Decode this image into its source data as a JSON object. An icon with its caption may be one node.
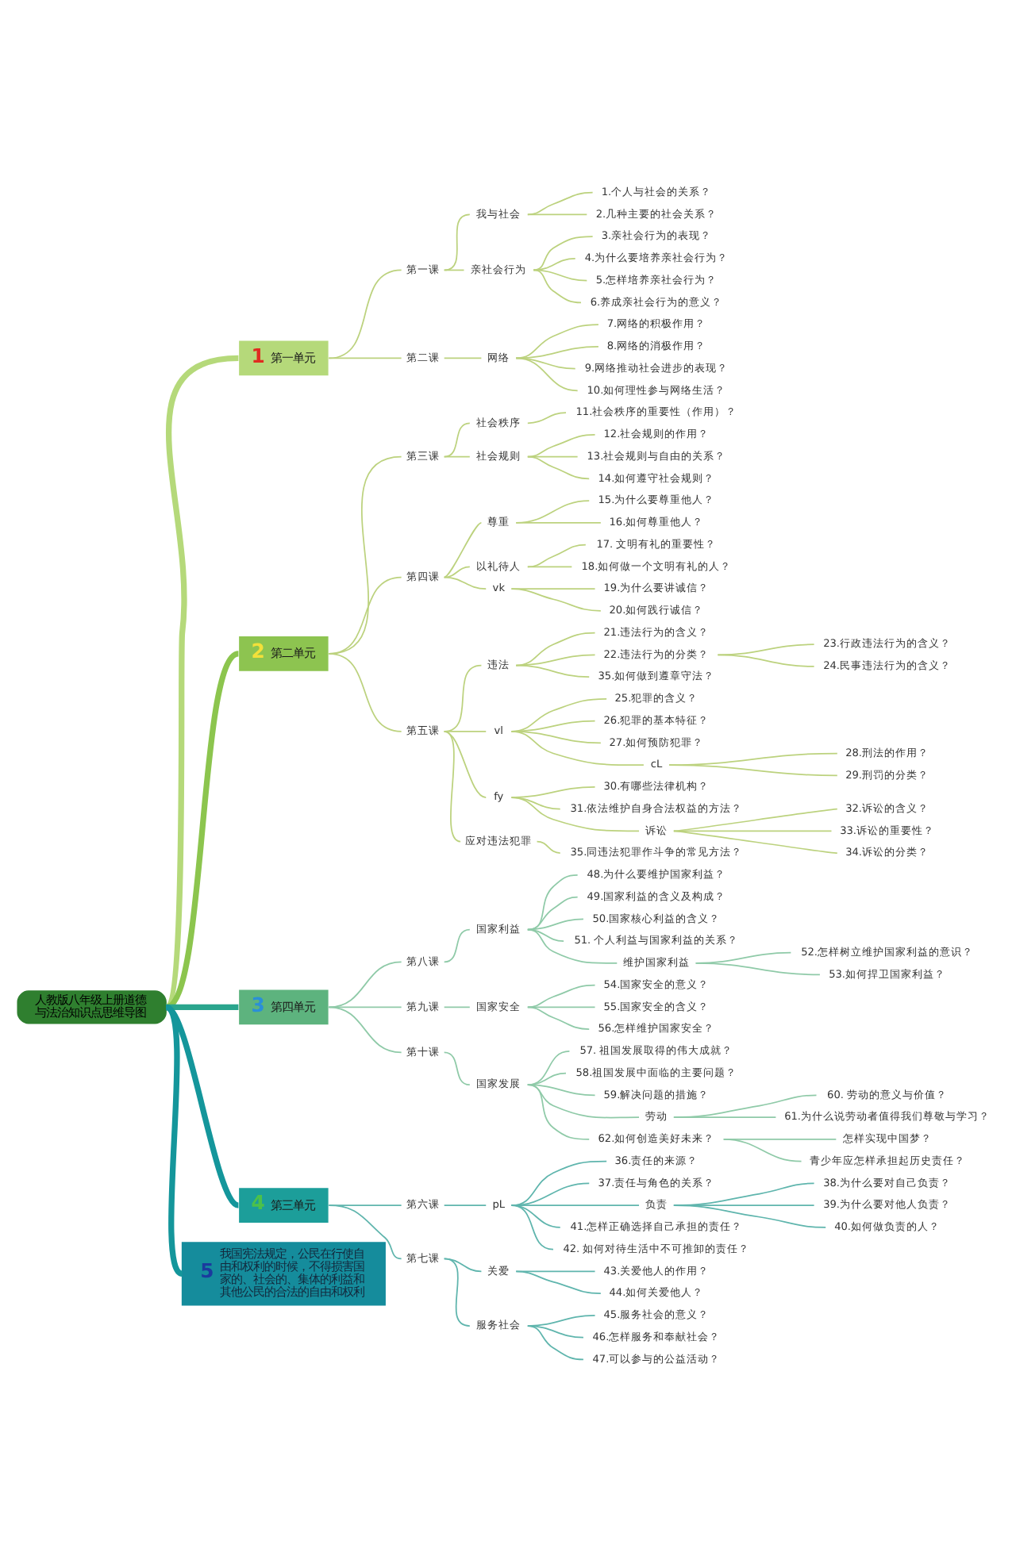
{
  "diagram": {
    "nodes": [
      {
        "text": [
          "人教版八年级上册道德与法治知识点思维导图"
        ]
      },
      {
        "text": [
          "1",
          "第一单元"
        ]
      },
      {
        "text": [
          "第一课"
        ]
      },
      {
        "text": [
          "我与社会"
        ]
      },
      {
        "text": [
          "1.个人与社会的关系？"
        ]
      },
      {
        "text": [
          "2.几种主要的社会关系？"
        ]
      },
      {
        "text": [
          "亲社会行为"
        ]
      },
      {
        "text": [
          "3.亲社会行为的表现？"
        ]
      },
      {
        "text": [
          "4.为什么要培养亲社会行为？"
        ]
      },
      {
        "text": [
          "5.怎样培养亲社会行为？"
        ]
      },
      {
        "text": [
          "6.养成亲社会行为的意义？"
        ]
      },
      {
        "text": [
          "第二课"
        ]
      },
      {
        "text": [
          "网络"
        ]
      },
      {
        "text": [
          "7.网络的积极作用？"
        ]
      },
      {
        "text": [
          "8.网络的消极作用？"
        ]
      },
      {
        "text": [
          "9.网络推动社会进步的表现？"
        ]
      },
      {
        "text": [
          "10.如何理性参与网络生活？"
        ]
      },
      {
        "text": [
          "2",
          "第二单元"
        ]
      },
      {
        "text": [
          "第三课"
        ]
      },
      {
        "text": [
          "社会秩序"
        ]
      },
      {
        "text": [
          "11.社会秩序的重要性（作用）？"
        ]
      },
      {
        "text": [
          "社会规则"
        ]
      },
      {
        "text": [
          "12.社会规则的作用？"
        ]
      },
      {
        "text": [
          "13.社会规则与自由的关系？"
        ]
      },
      {
        "text": [
          "14.如何遵守社会规则？"
        ]
      },
      {
        "text": [
          "第四课"
        ]
      },
      {
        "text": [
          "尊重"
        ]
      },
      {
        "text": [
          "15.为什么要尊重他人？"
        ]
      },
      {
        "text": [
          "16.如何尊重他人？"
        ]
      },
      {
        "text": [
          "以礼待人"
        ]
      },
      {
        "text": [
          "17. 文明有礼的重要性？"
        ]
      },
      {
        "text": [
          "18.如何做一个文明有礼的人？"
        ]
      },
      {
        "text": [
          "vk"
        ]
      },
      {
        "text": [
          "19.为什么要讲诚信？"
        ]
      },
      {
        "text": [
          "20.如何践行诚信？"
        ]
      },
      {
        "text": [
          "第五课"
        ]
      },
      {
        "text": [
          "违法"
        ]
      },
      {
        "text": [
          "21.违法行为的含义？"
        ]
      },
      {
        "text": [
          "22.违法行为的分类？"
        ]
      },
      {
        "text": [
          "23.行政违法行为的含义？"
        ]
      },
      {
        "text": [
          "24.民事违法行为的含义？"
        ]
      },
      {
        "text": [
          "35.如何做到遵章守法？"
        ]
      },
      {
        "text": [
          "vl"
        ]
      },
      {
        "text": [
          "25.犯罪的含义？"
        ]
      },
      {
        "text": [
          "26.犯罪的基本特征？"
        ]
      },
      {
        "text": [
          "27.如何预防犯罪？"
        ]
      },
      {
        "text": [
          "cL"
        ]
      },
      {
        "text": [
          "28.刑法的作用？"
        ]
      },
      {
        "text": [
          "29.刑罚的分类？"
        ]
      },
      {
        "text": [
          "fy"
        ]
      },
      {
        "text": [
          "30.有哪些法律机构？"
        ]
      },
      {
        "text": [
          "31.依法维护自身合法权益的方法？"
        ]
      },
      {
        "text": [
          "诉讼"
        ]
      },
      {
        "text": [
          "32.诉讼的含义？"
        ]
      },
      {
        "text": [
          "33.诉讼的重要性？"
        ]
      },
      {
        "text": [
          "34.诉讼的分类？"
        ]
      },
      {
        "text": [
          "应对违法犯罪"
        ]
      },
      {
        "text": [
          "35.同违法犯罪作斗争的常见方法？"
        ]
      },
      {
        "text": [
          "3",
          "第四单元"
        ]
      },
      {
        "text": [
          "第八课"
        ]
      },
      {
        "text": [
          "国家利益"
        ]
      },
      {
        "text": [
          "48.为什么要维护国家利益？"
        ]
      },
      {
        "text": [
          "49.国家利益的含义及构成？"
        ]
      },
      {
        "text": [
          "50.国家核心利益的含义？"
        ]
      },
      {
        "text": [
          "51. 个人利益与国家利益的关系？"
        ]
      },
      {
        "text": [
          "维护国家利益"
        ]
      },
      {
        "text": [
          "52.怎样树立维护国家利益的意识？"
        ]
      },
      {
        "text": [
          "53.如何捍卫国家利益？"
        ]
      },
      {
        "text": [
          "第九课"
        ]
      },
      {
        "text": [
          "国家安全"
        ]
      },
      {
        "text": [
          "54.国家安全的意义？"
        ]
      },
      {
        "text": [
          "55.国家安全的含义？"
        ]
      },
      {
        "text": [
          "56.怎样维护国家安全？"
        ]
      },
      {
        "text": [
          "第十课"
        ]
      },
      {
        "text": [
          "国家发展"
        ]
      },
      {
        "text": [
          "57. 祖国发展取得的伟大成就？"
        ]
      },
      {
        "text": [
          "58.祖国发展中面临的主要问题？"
        ]
      },
      {
        "text": [
          "59.解决问题的措施？"
        ]
      },
      {
        "text": [
          "劳动"
        ]
      },
      {
        "text": [
          "60. 劳动的意义与价值？"
        ]
      },
      {
        "text": [
          "61.为什么说劳动者值得我们尊敬与学习？"
        ]
      },
      {
        "text": [
          "62.如何创造美好未来？"
        ]
      },
      {
        "text": [
          "怎样实现中国梦？"
        ]
      },
      {
        "text": [
          "青少年应怎样承担起历史责任？"
        ]
      },
      {
        "text": [
          "4",
          "第三单元"
        ]
      },
      {
        "text": [
          "第六课"
        ]
      },
      {
        "text": [
          "pL"
        ]
      },
      {
        "text": [
          "36.责任的来源？"
        ]
      },
      {
        "text": [
          "37.责任与角色的关系？"
        ]
      },
      {
        "text": [
          "负责"
        ]
      },
      {
        "text": [
          "38.为什么要对自己负责？"
        ]
      },
      {
        "text": [
          "39.为什么要对他人负责？"
        ]
      },
      {
        "text": [
          "40.如何做负责的人？"
        ]
      },
      {
        "text": [
          "41.怎样正确选择自己承担的责任？"
        ]
      },
      {
        "text": [
          "42. 如何对待生活中不可推卸的责任？"
        ]
      },
      {
        "text": [
          "第七课"
        ]
      },
      {
        "text": [
          "关爱"
        ]
      },
      {
        "text": [
          "43.关爱他人的作用？"
        ]
      },
      {
        "text": [
          "44.如何关爱他人？"
        ]
      },
      {
        "text": [
          "服务社会"
        ]
      },
      {
        "text": [
          "45.服务社会的意义？"
        ]
      },
      {
        "text": [
          "46.怎样服务和奉献社会？"
        ]
      },
      {
        "text": [
          "47.可以参与的公益活动？"
        ]
      },
      {
        "text": [
          "5",
          "我国宪法规定，公民在行使自由和权利的时候，不得损害国家的、社会的、集体的利益和其他公民的合法的自由和权利"
        ]
      }
    ],
    "edges": [
      {
        "from": 0,
        "to": 1,
        "arrow": "none",
        "style": "thick",
        "color": "#b5d97a"
      },
      {
        "from": 1,
        "to": 2,
        "arrow": "none"
      },
      {
        "from": 2,
        "to": 3,
        "arrow": "none"
      },
      {
        "from": 3,
        "to": 4,
        "arrow": "none"
      },
      {
        "from": 3,
        "to": 5,
        "arrow": "none"
      },
      {
        "from": 2,
        "to": 6,
        "arrow": "none"
      },
      {
        "from": 6,
        "to": 7,
        "arrow": "none"
      },
      {
        "from": 6,
        "to": 8,
        "arrow": "none"
      },
      {
        "from": 6,
        "to": 9,
        "arrow": "none"
      },
      {
        "from": 6,
        "to": 10,
        "arrow": "none"
      },
      {
        "from": 1,
        "to": 11,
        "arrow": "none"
      },
      {
        "from": 11,
        "to": 12,
        "arrow": "none"
      },
      {
        "from": 12,
        "to": 13,
        "arrow": "none"
      },
      {
        "from": 12,
        "to": 14,
        "arrow": "none"
      },
      {
        "from": 12,
        "to": 15,
        "arrow": "none"
      },
      {
        "from": 12,
        "to": 16,
        "arrow": "none"
      },
      {
        "from": 0,
        "to": 17,
        "arrow": "none",
        "style": "thick",
        "color": "#8cc54e"
      },
      {
        "from": 17,
        "to": 18,
        "arrow": "none"
      },
      {
        "from": 18,
        "to": 19,
        "arrow": "none"
      },
      {
        "from": 19,
        "to": 20,
        "arrow": "none"
      },
      {
        "from": 18,
        "to": 21,
        "arrow": "none"
      },
      {
        "from": 21,
        "to": 22,
        "arrow": "none"
      },
      {
        "from": 21,
        "to": 23,
        "arrow": "none"
      },
      {
        "from": 21,
        "to": 24,
        "arrow": "none"
      },
      {
        "from": 17,
        "to": 25,
        "arrow": "none"
      },
      {
        "from": 25,
        "to": 26,
        "arrow": "none"
      },
      {
        "from": 26,
        "to": 27,
        "arrow": "none"
      },
      {
        "from": 26,
        "to": 28,
        "arrow": "none"
      },
      {
        "from": 25,
        "to": 29,
        "arrow": "none"
      },
      {
        "from": 29,
        "to": 30,
        "arrow": "none"
      },
      {
        "from": 29,
        "to": 31,
        "arrow": "none"
      },
      {
        "from": 25,
        "to": 32,
        "arrow": "none"
      },
      {
        "from": 32,
        "to": 33,
        "arrow": "none"
      },
      {
        "from": 32,
        "to": 34,
        "arrow": "none"
      },
      {
        "from": 17,
        "to": 35,
        "arrow": "none"
      },
      {
        "from": 35,
        "to": 36,
        "arrow": "none"
      },
      {
        "from": 36,
        "to": 37,
        "arrow": "none"
      },
      {
        "from": 36,
        "to": 38,
        "arrow": "none"
      },
      {
        "from": 38,
        "to": 39,
        "arrow": "none"
      },
      {
        "from": 38,
        "to": 40,
        "arrow": "none"
      },
      {
        "from": 36,
        "to": 41,
        "arrow": "none"
      },
      {
        "from": 35,
        "to": 42,
        "arrow": "none"
      },
      {
        "from": 42,
        "to": 43,
        "arrow": "none"
      },
      {
        "from": 42,
        "to": 44,
        "arrow": "none"
      },
      {
        "from": 42,
        "to": 45,
        "arrow": "none"
      },
      {
        "from": 42,
        "to": 46,
        "arrow": "none"
      },
      {
        "from": 46,
        "to": 47,
        "arrow": "none"
      },
      {
        "from": 46,
        "to": 48,
        "arrow": "none"
      },
      {
        "from": 35,
        "to": 49,
        "arrow": "none"
      },
      {
        "from": 49,
        "to": 50,
        "arrow": "none"
      },
      {
        "from": 49,
        "to": 51,
        "arrow": "none"
      },
      {
        "from": 49,
        "to": 52,
        "arrow": "none"
      },
      {
        "from": 52,
        "to": 53,
        "arrow": "none"
      },
      {
        "from": 52,
        "to": 54,
        "arrow": "none"
      },
      {
        "from": 52,
        "to": 55,
        "arrow": "none"
      },
      {
        "from": 35,
        "to": 56,
        "arrow": "none"
      },
      {
        "from": 56,
        "to": 57,
        "arrow": "none"
      },
      {
        "from": 0,
        "to": 58,
        "arrow": "none",
        "style": "thick",
        "color": "#2aa58d"
      },
      {
        "from": 58,
        "to": 59,
        "arrow": "none",
        "color": "#8fcaa8"
      },
      {
        "from": 59,
        "to": 60,
        "arrow": "none",
        "color": "#8fcaa8"
      },
      {
        "from": 60,
        "to": 61,
        "arrow": "none",
        "color": "#8fcaa8"
      },
      {
        "from": 60,
        "to": 62,
        "arrow": "none",
        "color": "#8fcaa8"
      },
      {
        "from": 60,
        "to": 63,
        "arrow": "none",
        "color": "#8fcaa8"
      },
      {
        "from": 60,
        "to": 64,
        "arrow": "none",
        "color": "#8fcaa8"
      },
      {
        "from": 60,
        "to": 65,
        "arrow": "none",
        "color": "#8fcaa8"
      },
      {
        "from": 65,
        "to": 66,
        "arrow": "none",
        "color": "#8fcaa8"
      },
      {
        "from": 65,
        "to": 67,
        "arrow": "none",
        "color": "#8fcaa8"
      },
      {
        "from": 58,
        "to": 68,
        "arrow": "none",
        "color": "#8fcaa8"
      },
      {
        "from": 68,
        "to": 69,
        "arrow": "none",
        "color": "#8fcaa8"
      },
      {
        "from": 69,
        "to": 70,
        "arrow": "none",
        "color": "#8fcaa8"
      },
      {
        "from": 69,
        "to": 71,
        "arrow": "none",
        "color": "#8fcaa8"
      },
      {
        "from": 69,
        "to": 72,
        "arrow": "none",
        "color": "#8fcaa8"
      },
      {
        "from": 58,
        "to": 73,
        "arrow": "none",
        "color": "#8fcaa8"
      },
      {
        "from": 73,
        "to": 74,
        "arrow": "none",
        "color": "#8fcaa8"
      },
      {
        "from": 74,
        "to": 75,
        "arrow": "none",
        "color": "#8fcaa8"
      },
      {
        "from": 74,
        "to": 76,
        "arrow": "none",
        "color": "#8fcaa8"
      },
      {
        "from": 74,
        "to": 77,
        "arrow": "none",
        "color": "#8fcaa8"
      },
      {
        "from": 74,
        "to": 78,
        "arrow": "none",
        "color": "#8fcaa8"
      },
      {
        "from": 78,
        "to": 79,
        "arrow": "none",
        "color": "#8fcaa8"
      },
      {
        "from": 78,
        "to": 80,
        "arrow": "none",
        "color": "#8fcaa8"
      },
      {
        "from": 74,
        "to": 81,
        "arrow": "none",
        "color": "#8fcaa8"
      },
      {
        "from": 81,
        "to": 82,
        "arrow": "none",
        "color": "#8fcaa8"
      },
      {
        "from": 81,
        "to": 83,
        "arrow": "none",
        "color": "#8fcaa8"
      },
      {
        "from": 0,
        "to": 84,
        "arrow": "none",
        "style": "thick",
        "color": "#14969b"
      },
      {
        "from": 84,
        "to": 85,
        "arrow": "none",
        "color": "#5fb5ad"
      },
      {
        "from": 85,
        "to": 86,
        "arrow": "none",
        "color": "#5fb5ad"
      },
      {
        "from": 86,
        "to": 87,
        "arrow": "none",
        "color": "#5fb5ad"
      },
      {
        "from": 86,
        "to": 88,
        "arrow": "none",
        "color": "#5fb5ad"
      },
      {
        "from": 86,
        "to": 89,
        "arrow": "none",
        "color": "#5fb5ad"
      },
      {
        "from": 89,
        "to": 90,
        "arrow": "none",
        "color": "#5fb5ad"
      },
      {
        "from": 89,
        "to": 91,
        "arrow": "none",
        "color": "#5fb5ad"
      },
      {
        "from": 89,
        "to": 92,
        "arrow": "none",
        "color": "#5fb5ad"
      },
      {
        "from": 86,
        "to": 93,
        "arrow": "none",
        "color": "#5fb5ad"
      },
      {
        "from": 86,
        "to": 94,
        "arrow": "none",
        "color": "#5fb5ad"
      },
      {
        "from": 84,
        "to": 95,
        "arrow": "none",
        "color": "#5fb5ad"
      },
      {
        "from": 95,
        "to": 96,
        "arrow": "none",
        "color": "#5fb5ad"
      },
      {
        "from": 96,
        "to": 97,
        "arrow": "none",
        "color": "#5fb5ad"
      },
      {
        "from": 96,
        "to": 98,
        "arrow": "none",
        "color": "#5fb5ad"
      },
      {
        "from": 95,
        "to": 99,
        "arrow": "none",
        "color": "#5fb5ad"
      },
      {
        "from": 99,
        "to": 100,
        "arrow": "none",
        "color": "#5fb5ad"
      },
      {
        "from": 99,
        "to": 101,
        "arrow": "none",
        "color": "#5fb5ad"
      },
      {
        "from": 99,
        "to": 102,
        "arrow": "none",
        "color": "#5fb5ad"
      },
      {
        "from": 0,
        "to": 103,
        "arrow": "none",
        "style": "thick",
        "color": "#14969b"
      }
    ]
  }
}
